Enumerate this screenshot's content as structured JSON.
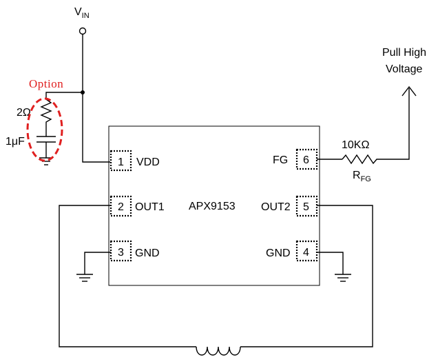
{
  "supply": {
    "label_main": "V",
    "label_sub": "IN"
  },
  "option": {
    "label": "Option",
    "color": "#e02020"
  },
  "snubber": {
    "resistor": "2Ω",
    "capacitor": "1μF"
  },
  "pull_high": {
    "line1": "Pull High",
    "line2": "Voltage"
  },
  "chip": {
    "name": "APX9153"
  },
  "pins": {
    "p1": {
      "number": "1",
      "name": "VDD"
    },
    "p2": {
      "number": "2",
      "name": "OUT1"
    },
    "p3": {
      "number": "3",
      "name": "GND"
    },
    "p4": {
      "number": "4",
      "name": "GND"
    },
    "p5": {
      "number": "5",
      "name": "OUT2"
    },
    "p6": {
      "number": "6",
      "name": "FG"
    }
  },
  "rfg": {
    "value": "10KΩ",
    "label_main": "R",
    "label_sub": "FG"
  }
}
